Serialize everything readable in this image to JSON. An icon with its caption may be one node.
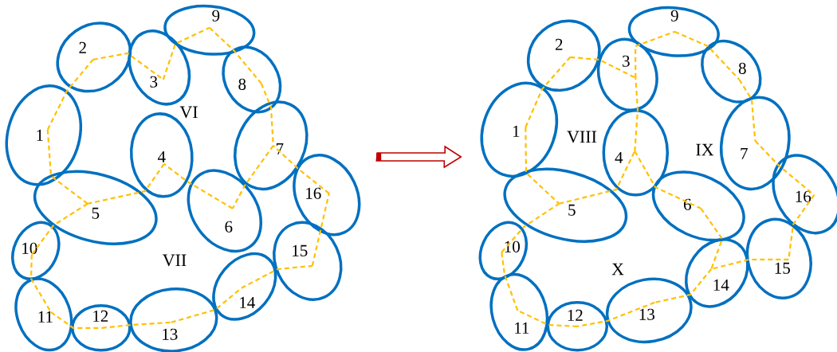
{
  "diagram": {
    "nodes": [
      {
        "text": [],
        "shape": "picture"
      },
      {
        "text": [
          "1"
        ],
        "in": 0
      },
      {
        "text": [
          "2"
        ],
        "in": 0
      },
      {
        "text": [
          "3"
        ],
        "in": 0
      },
      {
        "text": [
          "4"
        ],
        "in": 0
      },
      {
        "text": [
          "5"
        ],
        "in": 0
      },
      {
        "text": [
          "6"
        ],
        "in": 0
      },
      {
        "text": [
          "7"
        ],
        "in": 0
      },
      {
        "text": [
          "8"
        ],
        "in": 0
      },
      {
        "text": [
          "9"
        ],
        "in": 0
      },
      {
        "text": [
          "10"
        ],
        "in": 0
      },
      {
        "text": [
          "11"
        ],
        "in": 0
      },
      {
        "text": [
          "12"
        ],
        "in": 0
      },
      {
        "text": [
          "13"
        ],
        "in": 0
      },
      {
        "text": [
          "14"
        ],
        "in": 0
      },
      {
        "text": [
          "15"
        ],
        "in": 0
      },
      {
        "text": [
          "16"
        ],
        "in": 0
      },
      {
        "text": [],
        "shape": "picture"
      },
      {
        "text": [
          "1"
        ],
        "in": 17
      },
      {
        "text": [
          "2"
        ],
        "in": 17
      },
      {
        "text": [
          "3"
        ],
        "in": 17
      },
      {
        "text": [
          "4"
        ],
        "in": 17
      },
      {
        "text": [
          "5"
        ],
        "in": 17
      },
      {
        "text": [
          "6"
        ],
        "in": 17
      },
      {
        "text": [
          "7"
        ],
        "in": 17
      },
      {
        "text": [
          "8"
        ],
        "in": 17
      },
      {
        "text": [
          "9"
        ],
        "in": 17
      },
      {
        "text": [
          "10"
        ],
        "in": 17
      },
      {
        "text": [
          "11"
        ],
        "in": 17
      },
      {
        "text": [
          "12"
        ],
        "in": 17
      },
      {
        "text": [
          "13"
        ],
        "in": 17
      },
      {
        "text": [
          "14"
        ],
        "in": 17
      },
      {
        "text": [
          "15"
        ],
        "in": 17
      },
      {
        "text": [
          "16"
        ],
        "in": 17
      }
    ],
    "edges": [
      {
        "from": 1,
        "to": 2,
        "arrow": "none",
        "style": "dashed",
        "color": "#ffc000"
      },
      {
        "from": 2,
        "to": 3,
        "arrow": "none",
        "style": "dashed",
        "color": "#ffc000"
      },
      {
        "from": 3,
        "to": 9,
        "arrow": "none",
        "style": "dashed",
        "color": "#ffc000"
      },
      {
        "from": 9,
        "to": 8,
        "arrow": "none",
        "style": "dashed",
        "color": "#ffc000"
      },
      {
        "from": 8,
        "to": 7,
        "arrow": "none",
        "style": "dashed",
        "color": "#ffc000"
      },
      {
        "from": 7,
        "to": 6,
        "arrow": "none",
        "style": "dashed",
        "color": "#ffc000"
      },
      {
        "from": 6,
        "to": 4,
        "arrow": "none",
        "style": "dashed",
        "color": "#ffc000"
      },
      {
        "from": 4,
        "to": 5,
        "arrow": "none",
        "style": "dashed",
        "color": "#ffc000"
      },
      {
        "from": 5,
        "to": 1,
        "arrow": "none",
        "style": "dashed",
        "color": "#ffc000"
      },
      {
        "from": 5,
        "to": 10,
        "arrow": "none",
        "style": "dashed",
        "color": "#ffc000"
      },
      {
        "from": 10,
        "to": 11,
        "arrow": "none",
        "style": "dashed",
        "color": "#ffc000"
      },
      {
        "from": 11,
        "to": 12,
        "arrow": "none",
        "style": "dashed",
        "color": "#ffc000"
      },
      {
        "from": 12,
        "to": 13,
        "arrow": "none",
        "style": "dashed",
        "color": "#ffc000"
      },
      {
        "from": 13,
        "to": 14,
        "arrow": "none",
        "style": "dashed",
        "color": "#ffc000"
      },
      {
        "from": 14,
        "to": 15,
        "arrow": "none",
        "style": "dashed",
        "color": "#ffc000"
      },
      {
        "from": 15,
        "to": 16,
        "arrow": "none",
        "style": "dashed",
        "color": "#ffc000"
      },
      {
        "from": 16,
        "to": 7,
        "arrow": "none",
        "style": "dashed",
        "color": "#ffc000"
      },
      {
        "from": 0,
        "to": 17,
        "arrow": "to",
        "style": "thick",
        "color": "#c00000"
      },
      {
        "from": 18,
        "to": 19,
        "arrow": "none",
        "style": "dashed",
        "color": "#ffc000"
      },
      {
        "from": 19,
        "to": 20,
        "arrow": "none",
        "style": "dashed",
        "color": "#ffc000"
      },
      {
        "from": 20,
        "to": 26,
        "arrow": "none",
        "style": "dashed",
        "color": "#ffc000"
      },
      {
        "from": 26,
        "to": 25,
        "arrow": "none",
        "style": "dashed",
        "color": "#ffc000"
      },
      {
        "from": 25,
        "to": 24,
        "arrow": "none",
        "style": "dashed",
        "color": "#ffc000"
      },
      {
        "from": 24,
        "to": 33,
        "arrow": "none",
        "style": "dashed",
        "color": "#ffc000"
      },
      {
        "from": 33,
        "to": 32,
        "arrow": "none",
        "style": "dashed",
        "color": "#ffc000"
      },
      {
        "from": 32,
        "to": 31,
        "arrow": "none",
        "style": "dashed",
        "color": "#ffc000"
      },
      {
        "from": 31,
        "to": 30,
        "arrow": "none",
        "style": "dashed",
        "color": "#ffc000"
      },
      {
        "from": 30,
        "to": 29,
        "arrow": "none",
        "style": "dashed",
        "color": "#ffc000"
      },
      {
        "from": 29,
        "to": 28,
        "arrow": "none",
        "style": "dashed",
        "color": "#ffc000"
      },
      {
        "from": 28,
        "to": 27,
        "arrow": "none",
        "style": "dashed",
        "color": "#ffc000"
      },
      {
        "from": 27,
        "to": 22,
        "arrow": "none",
        "style": "dashed",
        "color": "#ffc000"
      },
      {
        "from": 22,
        "to": 21,
        "arrow": "none",
        "style": "dashed",
        "color": "#ffc000"
      },
      {
        "from": 21,
        "to": 20,
        "arrow": "none",
        "style": "dashed",
        "color": "#ffc000"
      },
      {
        "from": 21,
        "to": 23,
        "arrow": "none",
        "style": "dashed",
        "color": "#ffc000"
      },
      {
        "from": 23,
        "to": 31,
        "arrow": "none",
        "style": "dashed",
        "color": "#ffc000"
      },
      {
        "from": 18,
        "to": 22,
        "arrow": "none",
        "style": "dashed",
        "color": "#ffc000"
      }
    ],
    "labels": [
      "VI",
      "VII",
      "VIII",
      "IX",
      "X"
    ]
  }
}
